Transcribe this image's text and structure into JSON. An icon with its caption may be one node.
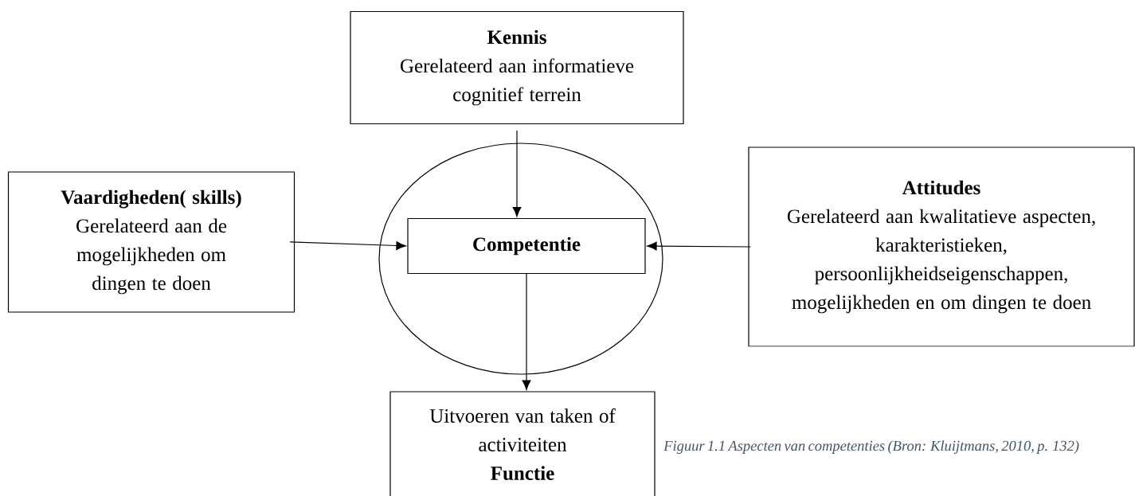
{
  "diagram": {
    "caption": "Figuur 1.1 Aspecten van competenties (Bron: Kluijtmans, 2010, p. 132)",
    "nodes": [
      {
        "text": [
          "Kennis",
          "Gerelateerd aan informatieve cognitief terrein"
        ]
      },
      {
        "text": [
          "Vaardigheden( skills)",
          "Gerelateerd aan de mogelijkheden om dingen te doen"
        ]
      },
      {
        "text": [],
        "shape": "ellipse"
      },
      {
        "text": [
          "Competentie"
        ],
        "in": 2
      },
      {
        "text": [
          "Attitudes",
          "Gerelateerd aan kwalitatieve aspecten, karakteristieken, persoonlijkheidseigenschappen, mogelijkheden en om dingen te doen"
        ]
      },
      {
        "text": [
          "Uitvoeren van taken of activiteiten",
          "Functie"
        ]
      }
    ],
    "edges": [
      {
        "from": 0,
        "to": 3,
        "arrow": "to"
      },
      {
        "from": 1,
        "to": 3,
        "arrow": "to"
      },
      {
        "from": 4,
        "to": 3,
        "arrow": "to"
      },
      {
        "from": 3,
        "to": 5,
        "arrow": "to"
      }
    ]
  }
}
